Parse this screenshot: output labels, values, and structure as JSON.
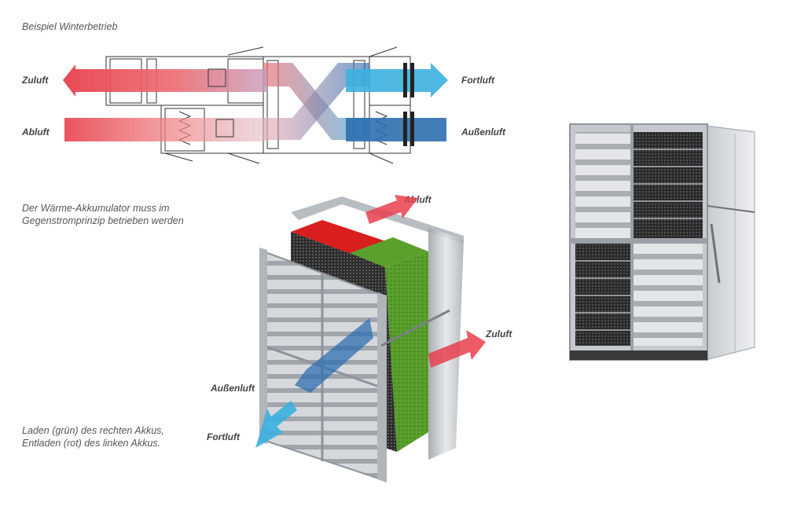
{
  "captions": {
    "top": "Beispiel Winterbetrieb",
    "middle_line1": "Der Wärme-Akkumulator muss im",
    "middle_line2": "Gegenstromprinzip betrieben werden",
    "bottom_line1": "Laden (grün) des rechten Akkus,",
    "bottom_line2": "Entladen (rot) des linken Akkus."
  },
  "labels": {
    "zuluft": "Zuluft",
    "abluft": "Abluft",
    "fortluft": "Fortluft",
    "aussenluft": "Außenluft"
  },
  "colors": {
    "warm": "#e8404c",
    "cold_light": "#3bb0e0",
    "cold_dark": "#2f6fb0",
    "charge_green": "#5aa02c",
    "discharge_red": "#d81e1e",
    "frame": "#c8cbcf"
  }
}
